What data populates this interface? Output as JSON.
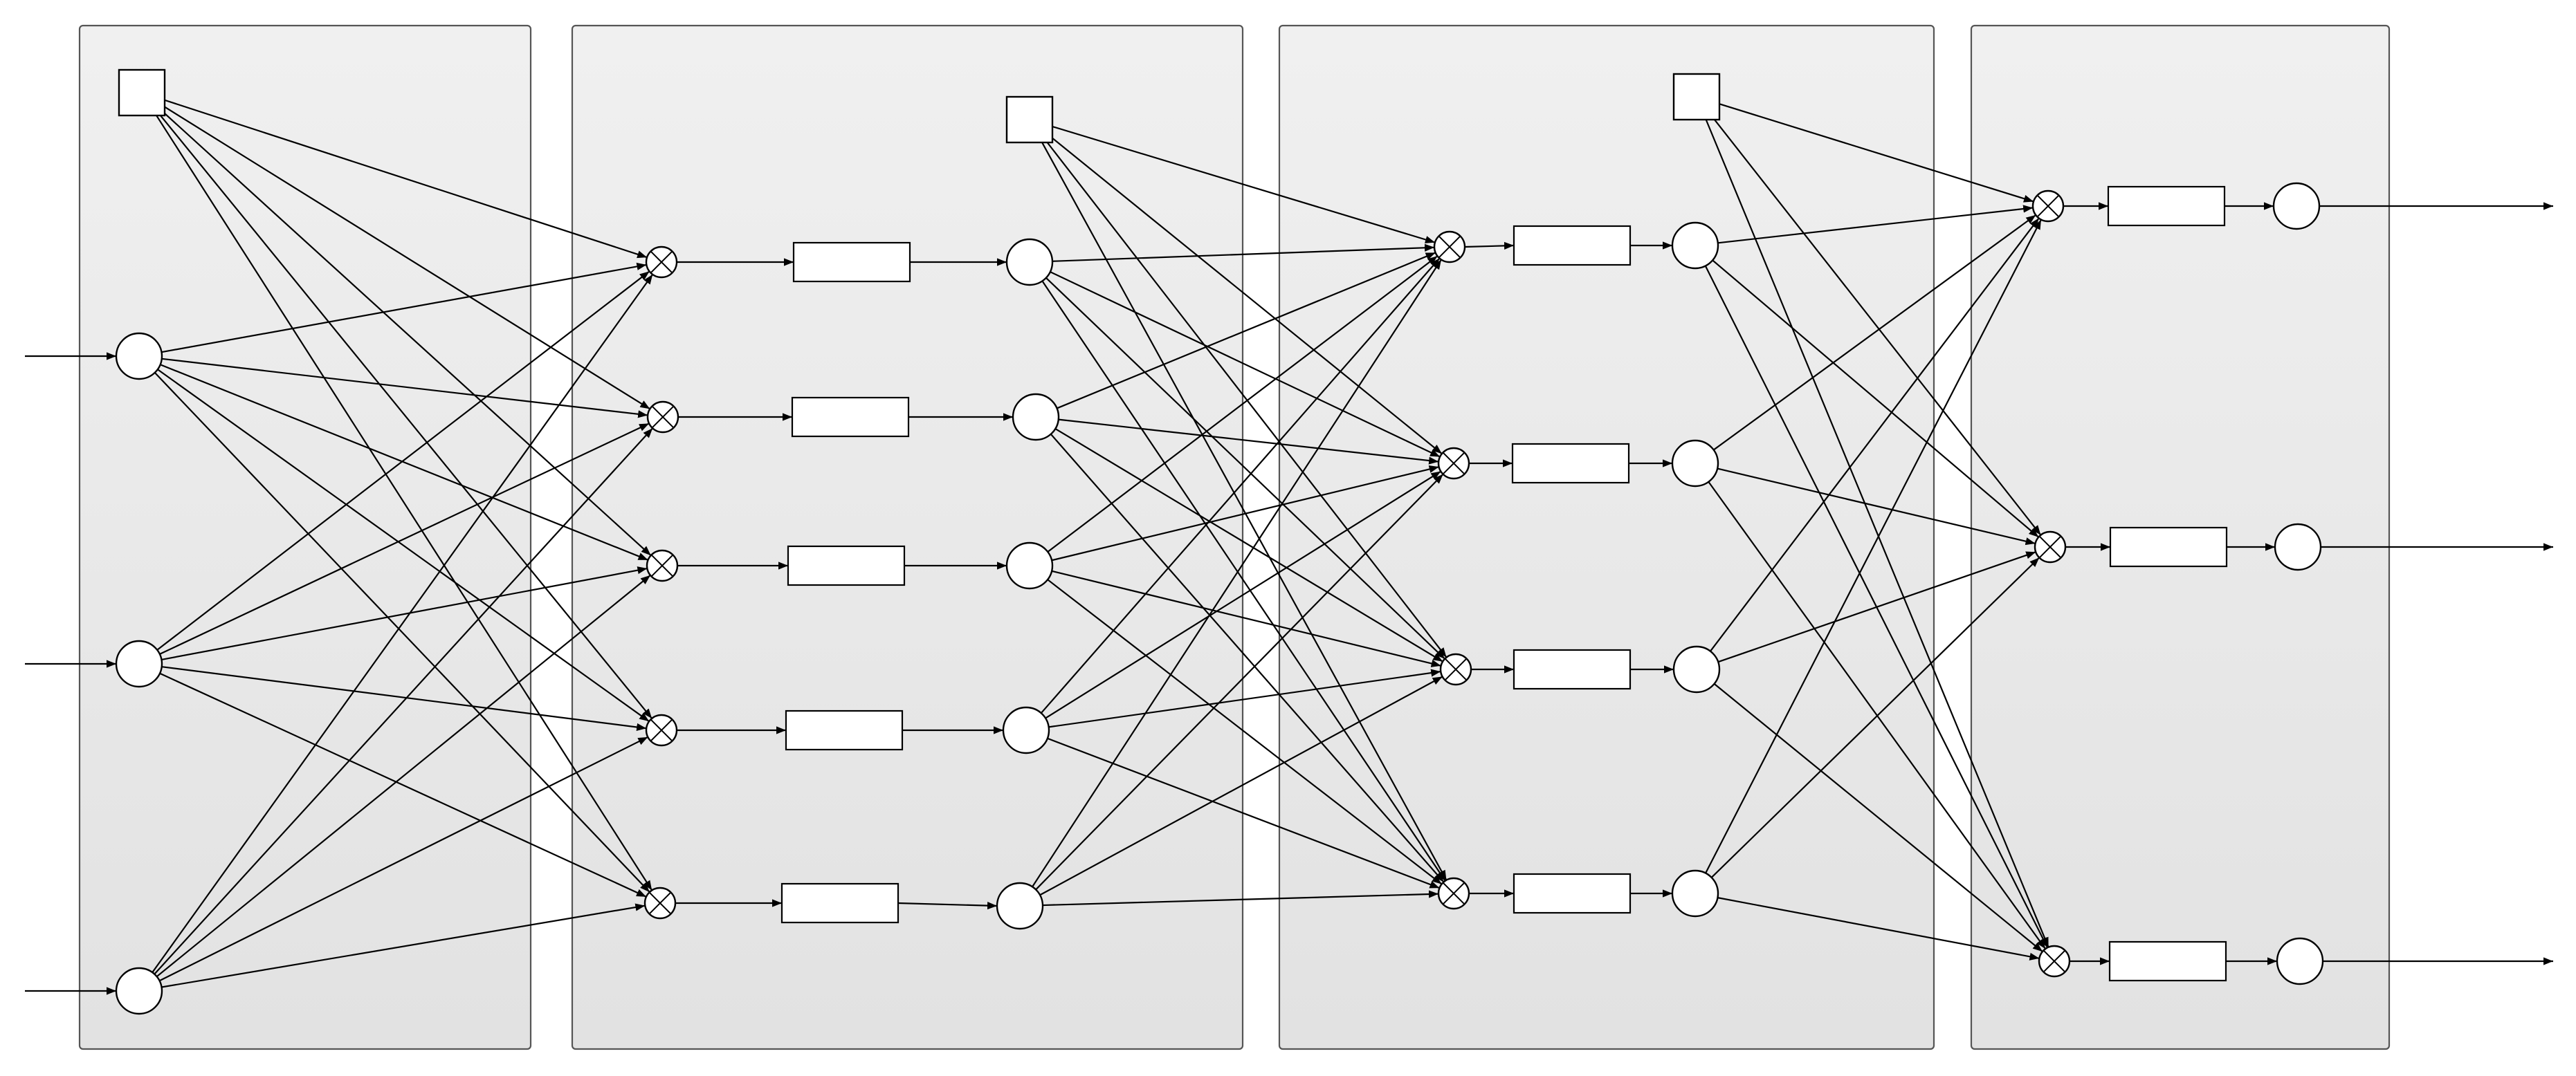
{
  "diagram": {
    "kind": "feed-forward network block diagram",
    "panel_count": 4,
    "panel_fill": "#e6e6e6",
    "stroke_color": "#000000",
    "background": "#ffffff",
    "layers": [
      {
        "inputs": 3,
        "bias_units": 1,
        "summing_junctions": 5,
        "activation_blocks": 5,
        "outputs": 5
      },
      {
        "inputs": 5,
        "bias_units": 1,
        "summing_junctions": 4,
        "activation_blocks": 4,
        "outputs": 4
      },
      {
        "inputs": 4,
        "bias_units": 1,
        "summing_junctions": 3,
        "activation_blocks": 3,
        "outputs": 3
      }
    ]
  }
}
